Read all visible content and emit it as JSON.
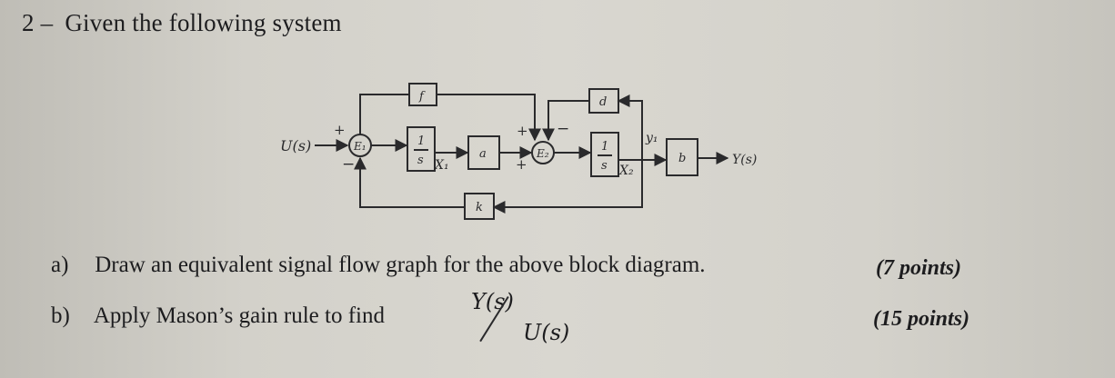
{
  "problem": {
    "number": "2 –",
    "title": "Given the following system"
  },
  "diagram": {
    "input": "U(s)",
    "output": "Y(s)",
    "summer1": "E₁",
    "summer2": "E₂",
    "block_integrator_num": "1",
    "block_integrator_den": "s",
    "block_a": "a",
    "block_b": "b",
    "block_d": "d",
    "block_f": "f",
    "block_k": "k",
    "state1": "X₁",
    "state2": "X₂",
    "y1_label": "y₁",
    "sign_plus": "+",
    "sign_minus": "−"
  },
  "questions": [
    {
      "label": "a)",
      "text": "Draw an equivalent signal flow graph for the above block diagram.",
      "points": "(7 points)"
    },
    {
      "label": "b)",
      "text": "Apply Mason’s gain rule to find",
      "frac_num": "Y(s)",
      "frac_den": "U(s)",
      "points": "(15 points)"
    }
  ]
}
